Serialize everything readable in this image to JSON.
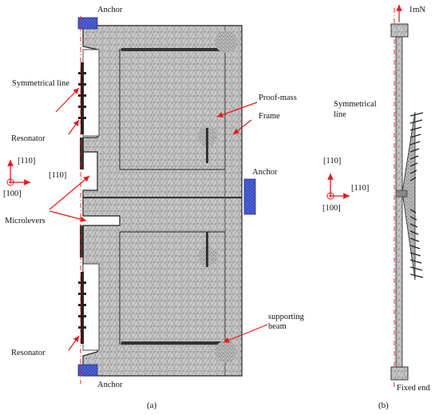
{
  "panel_a": {
    "caption": "(a)",
    "labels": {
      "anchor_top": "Anchor",
      "anchor_right": "Anchor",
      "anchor_bottom": "Anchor",
      "symmetrical_line": "Symmetrical  line",
      "resonator_top": "Resonator",
      "resonator_bottom": "Resonator",
      "proof_mass": "Proof-mass",
      "frame": "Frame",
      "microlevers": "Microlevers",
      "supporting_beam_1": "supporting",
      "supporting_beam_2": "beam"
    },
    "axes": {
      "up": "[110]",
      "right": "[110]",
      "origin": "[100]"
    }
  },
  "panel_b": {
    "caption": "(b)",
    "labels": {
      "force": "1mN",
      "symmetrical_1": "Symmetrical",
      "symmetrical_2": "line",
      "fixed_end": "Fixed end"
    },
    "axes": {
      "up": "[110]",
      "right": "[110]",
      "origin": "[100]"
    }
  },
  "colors": {
    "mesh_fill": "#c9c9c9",
    "mesh_line": "#6e6e6e",
    "anchor": "#4d63d6",
    "arrow": "#e81818",
    "outline": "#222222"
  }
}
